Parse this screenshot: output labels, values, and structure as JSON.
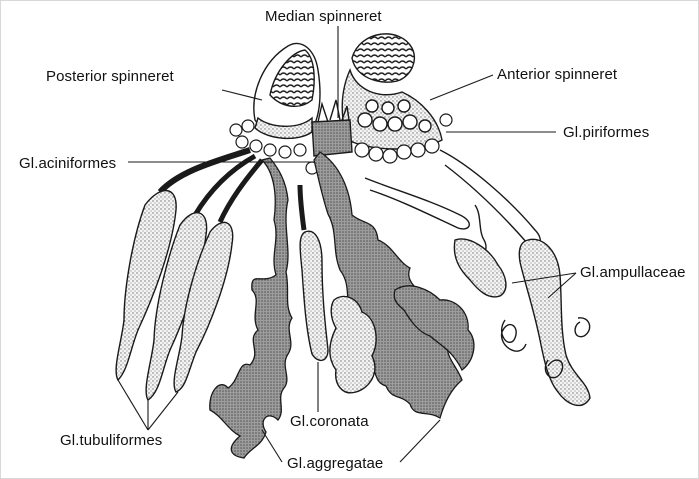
{
  "labels": {
    "median_spinneret": "Median spinneret",
    "posterior_spinneret": "Posterior spinneret",
    "anterior_spinneret": "Anterior spinneret",
    "gl_piriformes": "Gl.piriformes",
    "gl_aciniformes": "Gl.aciniformes",
    "gl_ampullaceae": "Gl.ampullaceae",
    "gl_tubuliformes": "Gl.tubuliformes",
    "gl_coronata": "Gl.coronata",
    "gl_aggregatae": "Gl.aggregatae"
  },
  "colors": {
    "ink": "#1a1a1a",
    "stipple": "#8c8c8c",
    "gland_fill": "#a9a9a9"
  }
}
